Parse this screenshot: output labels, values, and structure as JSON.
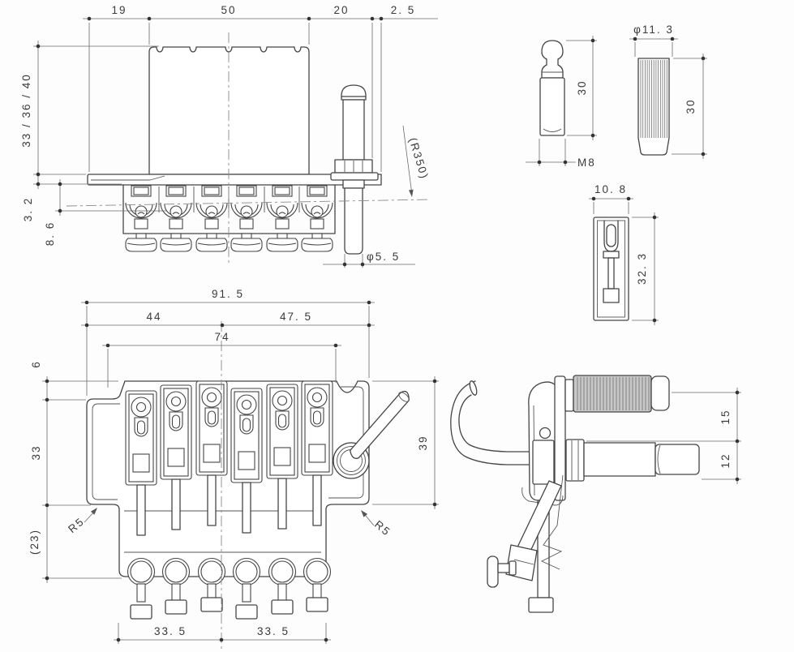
{
  "labels": {
    "front": {
      "w19": "19",
      "w50": "50",
      "w20": "20",
      "w2_5": "2. 5",
      "h_stack": "33 / 36 / 40",
      "t3_2": "3. 2",
      "d8_6": "8. 6",
      "radius": "(R350)",
      "post_dia": "φ5. 5"
    },
    "stud": {
      "len": "30",
      "thread": "M8"
    },
    "bushing": {
      "dia": "φ11. 3",
      "len": "30"
    },
    "block": {
      "w": "10. 8",
      "h": "32. 3"
    },
    "top": {
      "w91_5": "91. 5",
      "w44": "44",
      "w47_5": "47. 5",
      "w74": "74",
      "e6": "6",
      "b33": "33",
      "t23": "(23)",
      "h39": "39",
      "r5_left": "R5",
      "r5_right": "R5",
      "s33_5a": "33. 5",
      "s33_5b": "33. 5"
    },
    "side": {
      "h15": "15",
      "h12": "12"
    }
  },
  "colors": {
    "line": "#454545",
    "dim": "#6a6a6a",
    "grip_fill": "#c7c7c7",
    "background": "#fdfdfd"
  }
}
